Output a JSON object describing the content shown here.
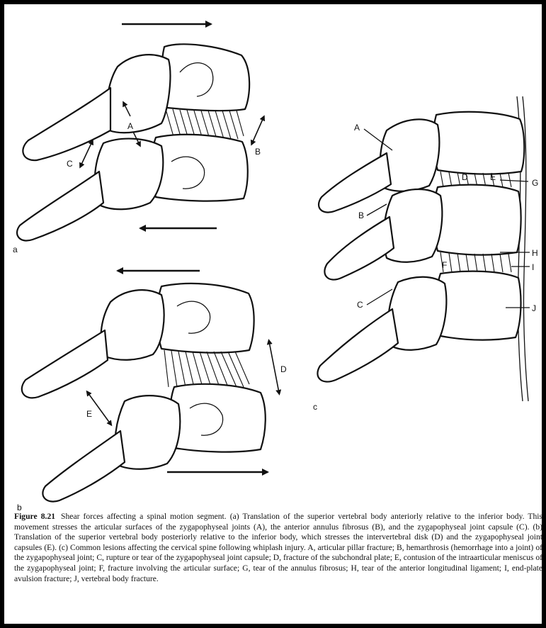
{
  "figure": {
    "panels": {
      "a": "a",
      "b": "b",
      "c": "c"
    },
    "labels_a": {
      "A": "A",
      "B": "B",
      "C": "C"
    },
    "labels_b": {
      "D": "D",
      "E": "E"
    },
    "labels_c": {
      "A": "A",
      "B": "B",
      "C": "C",
      "D": "D",
      "E": "E",
      "F": "F",
      "G": "G",
      "H": "H",
      "I": "I",
      "J": "J"
    }
  },
  "caption": {
    "title": "Figure 8.21",
    "text": "Shear forces affecting a spinal motion segment. (a) Translation of the superior vertebral body anteriorly relative to the inferior body. This movement stresses the articular surfaces of the zygapophyseal joints (A), the anterior annulus fibrosus (B), and the zygapophyseal joint capsule (C). (b) Translation of the superior vertebral body posteriorly relative to the inferior body, which stresses the intervertebral disk (D) and the zygapophyseal joint capsules (E). (c) Common lesions affecting the cervical spine following whiplash injury. A, articular pillar fracture; B, hemarthrosis (hemorrhage into a joint) of the zygapophyseal joint; C, rupture or tear of the zygapophyseal joint capsule; D, fracture of the subchondral plate; E, contusion of the intraarticular meniscus of the zygapophyseal joint; F, fracture involving the articular surface; G, tear of the annulus fibrosus; H, tear of the anterior longitudinal ligament; I, end-plate avulsion fracture; J, vertebral body fracture."
  }
}
